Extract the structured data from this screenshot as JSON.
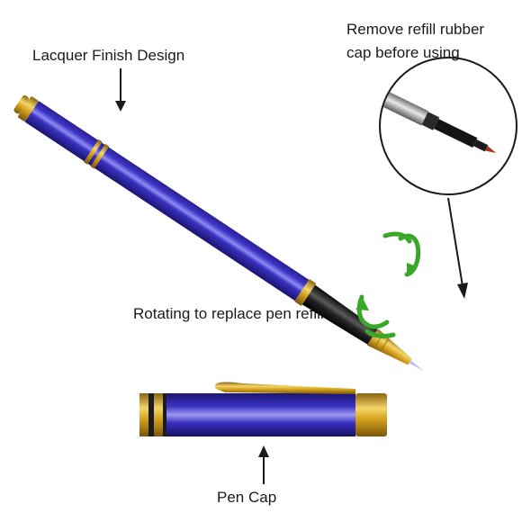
{
  "labels": {
    "lacquer": "Lacquer Finish Design",
    "refill_note_line1": "Remove refill rubber",
    "refill_note_line2": "cap before using",
    "rotate": "Rotating to replace pen refill",
    "pen_cap": "Pen Cap"
  },
  "colors": {
    "barrel_blue": "#2a22a6",
    "gold": "#d4a21c",
    "grip_black": "#1c1c1c",
    "rotation_arrow_green": "#3aa62a",
    "text": "#1a1a1a"
  },
  "icons": {
    "rotation": "circular-rotate-arrows-icon",
    "pointer": "down-arrow-icon"
  }
}
